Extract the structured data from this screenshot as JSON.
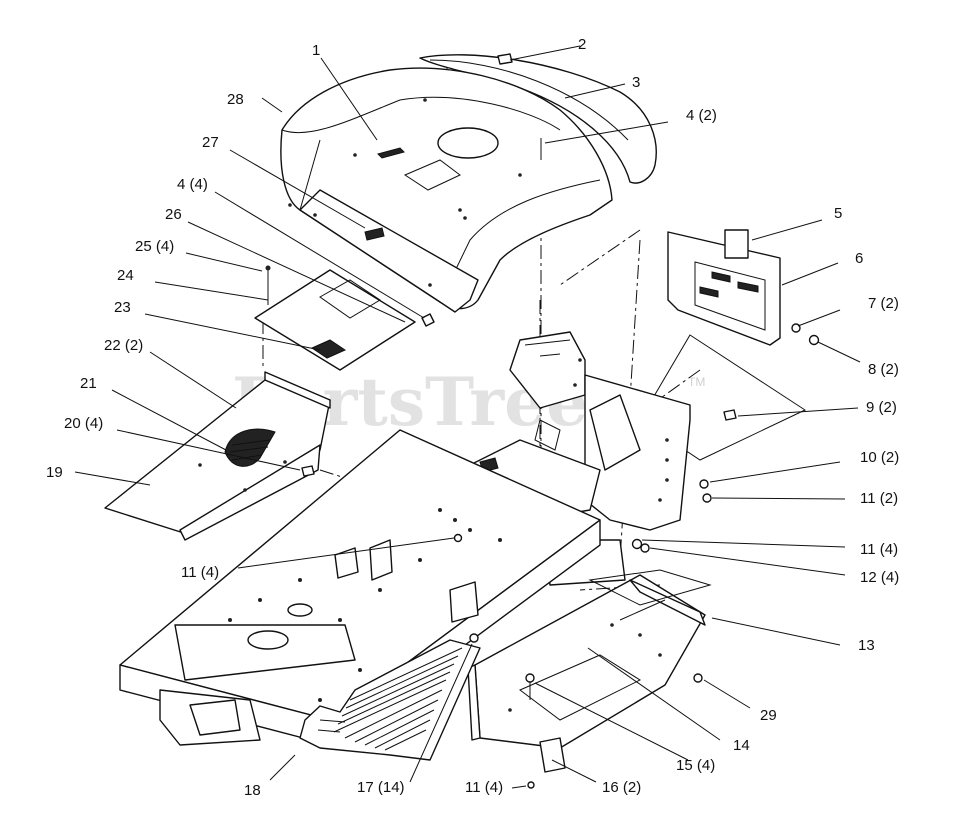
{
  "watermark": {
    "text": "PartsTree",
    "tm": "TM"
  },
  "callouts": [
    "1",
    "2",
    "3",
    "4 (2)",
    "28",
    "27",
    "4 (4)",
    "26",
    "25 (4)",
    "24",
    "23",
    "22 (2)",
    "21",
    "20 (4)",
    "19",
    "5",
    "6",
    "7 (2)",
    "8 (2)",
    "9 (2)",
    "10 (2)",
    "11 (2)",
    "11 (4)",
    "12 (4)",
    "11 (4)",
    "13",
    "14",
    "15 (4)",
    "16 (2)",
    "11 (4)",
    "17 (14)",
    "18",
    "29"
  ]
}
